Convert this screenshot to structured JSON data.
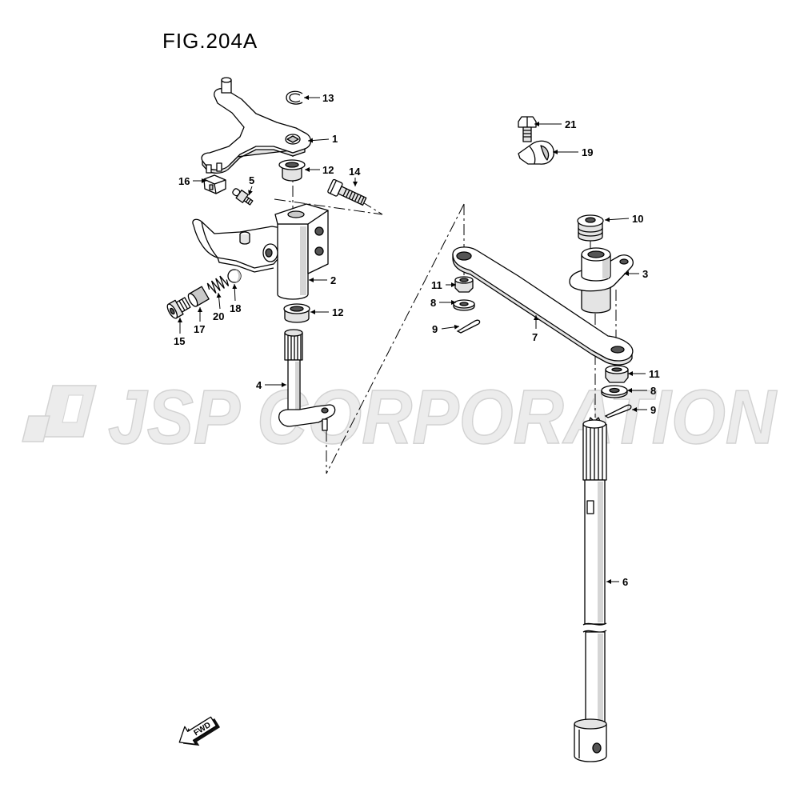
{
  "figure": {
    "title": "FIG.204A"
  },
  "watermark": {
    "text": "JSP CORPORATION",
    "color": "#ececec"
  },
  "fwd": {
    "label": "FWD"
  },
  "callouts": [
    "13",
    "1",
    "12",
    "14",
    "16",
    "5",
    "2",
    "12",
    "15",
    "17",
    "20",
    "18",
    "4",
    "21",
    "19",
    "10",
    "3",
    "11",
    "8",
    "9",
    "7",
    "11",
    "8",
    "9",
    "6"
  ],
  "colors": {
    "line": "#000000",
    "shade": "#c9c9c9"
  }
}
